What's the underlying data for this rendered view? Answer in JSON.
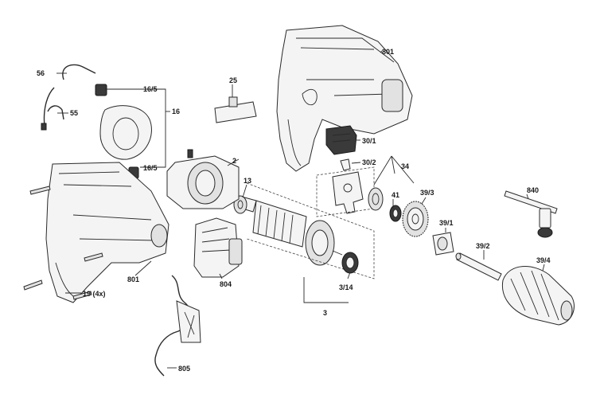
{
  "labels": {
    "l801_top": "801",
    "l30_1": "30/1",
    "l30_2": "30/2",
    "l34": "34",
    "l25": "25",
    "l16_5a": "16/5",
    "l16": "16",
    "l16_5b": "16/5",
    "l56": "56",
    "l55": "55",
    "l2": "2",
    "l13": "13",
    "l41": "41",
    "l39_3": "39/3",
    "l39_1": "39/1",
    "l39_2": "39/2",
    "l840": "840",
    "l39_4": "39/4",
    "l801_bottom": "801",
    "l804": "804",
    "l19": "19 (4x)",
    "l3_14": "3/14",
    "l3": "3",
    "l805": "805"
  }
}
